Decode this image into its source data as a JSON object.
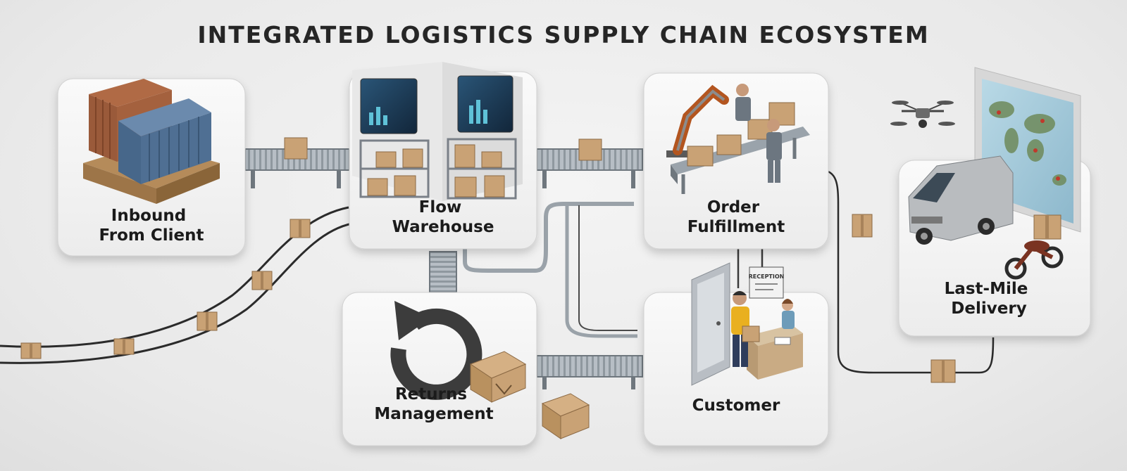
{
  "title": "INTEGRATED LOGISTICS SUPPLY CHAIN ECOSYSTEM",
  "stages": {
    "inbound": {
      "line1": "Inbound",
      "line2": "From Client",
      "icon": "shipping-containers-icon"
    },
    "warehouse": {
      "line1": "Flow",
      "line2": "Warehouse",
      "icon": "warehouse-shelves-icon"
    },
    "fulfillment": {
      "line1": "Order",
      "line2": "Fulfillment",
      "icon": "robot-arm-icon"
    },
    "lastmile": {
      "line1": "Last-Mile",
      "line2": "Delivery",
      "icon": "delivery-van-icon"
    },
    "returns": {
      "line1": "Returns",
      "line2": "Management",
      "icon": "return-arrow-icon"
    },
    "customer": {
      "line1": "Customer",
      "line2": "",
      "icon": "reception-desk-icon"
    }
  },
  "signs": {
    "reception": "RECEPTION"
  },
  "colors": {
    "card": "#f7f7f7",
    "card_edge": "#cfcfcf",
    "container_rust": "#9a5a3a",
    "container_blue": "#4f6f93",
    "cardboard": "#c9a275",
    "conveyor": "#8a949e",
    "screen": "#1d3a55",
    "map_sea": "#9fc3d6",
    "map_land": "#6e8a5a"
  }
}
